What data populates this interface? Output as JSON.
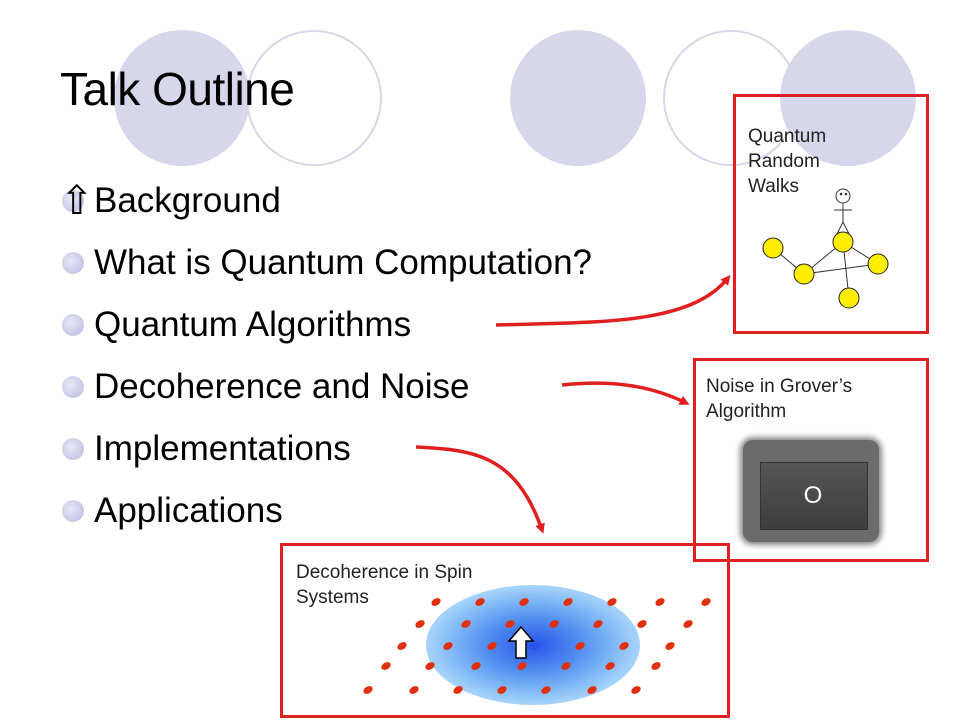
{
  "slide": {
    "title": "Talk Outline",
    "bullets": [
      "Background",
      "What is Quantum Computation?",
      "Quantum Algorithms",
      "Decoherence and Noise",
      "Implementations",
      "Applications"
    ],
    "current_marker": "⇧"
  },
  "callouts": {
    "quantum_random_walks": {
      "caption_lines": [
        "Quantum",
        "Random",
        "Walks"
      ]
    },
    "grover_noise": {
      "caption_lines": [
        "Noise in Grover’s",
        "Algorithm"
      ],
      "oracle_label": "O"
    },
    "spin_decoherence": {
      "caption_lines": [
        "Decoherence in Spin",
        "Systems"
      ],
      "spin_marker": "⇧"
    }
  },
  "colors": {
    "accent_red": "#e02020",
    "decor_lavender": "#d7d7ec",
    "node_yellow": "#ffee00",
    "spin_red": "#e03010",
    "cloud_blue": "#4d8cf0"
  },
  "icons": {
    "walker": "stick-figure-icon",
    "bullet": "circle-bullet-icon",
    "current": "up-arrow-icon"
  }
}
